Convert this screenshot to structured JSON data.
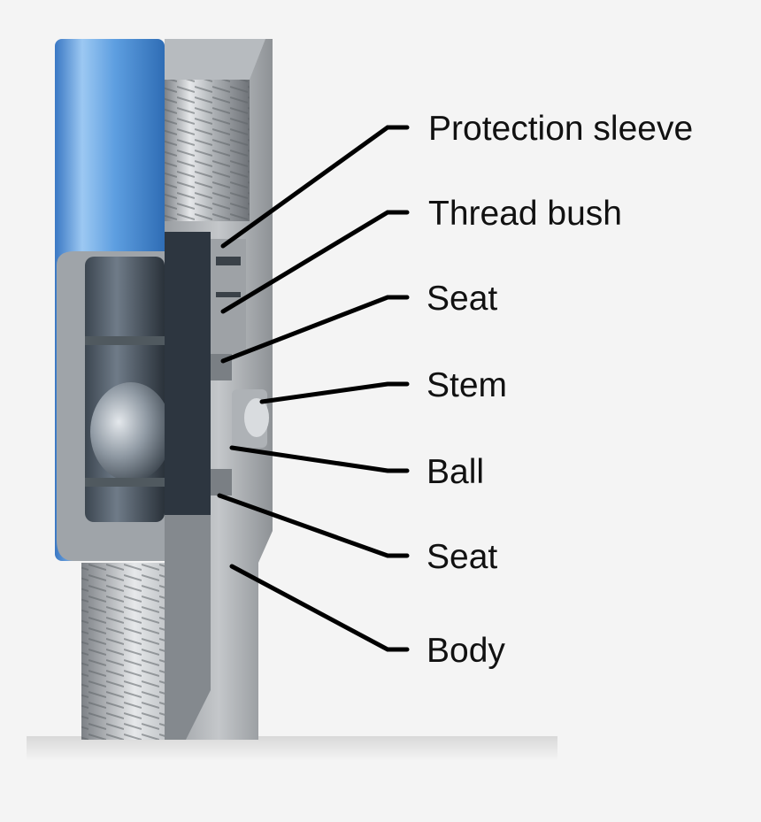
{
  "diagram": {
    "labels": [
      {
        "id": "protection-sleeve",
        "text": "Protection sleeve"
      },
      {
        "id": "thread-bush",
        "text": "Thread bush"
      },
      {
        "id": "seat-upper",
        "text": "Seat"
      },
      {
        "id": "stem",
        "text": "Stem"
      },
      {
        "id": "ball",
        "text": "Ball"
      },
      {
        "id": "seat-lower",
        "text": "Seat"
      },
      {
        "id": "body",
        "text": "Body"
      }
    ]
  },
  "colors": {
    "background": "#f4f4f4",
    "sleeve": "#4a90d9",
    "metal_light": "#d8dadc",
    "metal_dark": "#8a8e92",
    "channel": "#2d3640",
    "leader": "#000000"
  }
}
